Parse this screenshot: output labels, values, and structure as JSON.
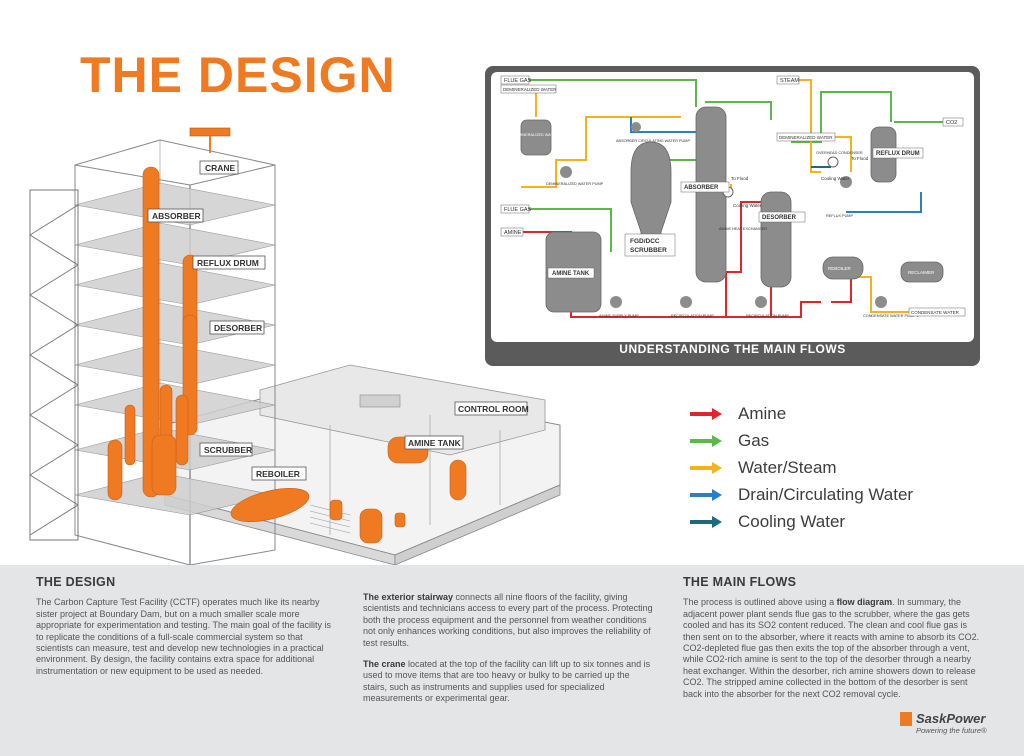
{
  "title": "THE DESIGN",
  "building": {
    "labels": {
      "crane": "CRANE",
      "absorber": "ABSORBER",
      "reflux_drum": "REFLUX DRUM",
      "desorber": "DESORBER",
      "scrubber": "SCRUBBER",
      "reboiler": "REBOILER",
      "amine_tank": "AMINE TANK",
      "control_room": "CONTROL ROOM"
    }
  },
  "flow_diagram": {
    "caption": "UNDERSTANDING THE MAIN FLOWS",
    "labels": {
      "flue_gas_top": "FLUE GAS",
      "demin_water": "DEMINERALIZED WATER",
      "demin_water_tank": "DEMINERALIZED WATER TANK",
      "demin_water_pump": "DEMINERALIZED WATER PUMP",
      "absorber_circ_pump": "ABSORBER CIRCULATING WATER PUMP",
      "flue_gas": "FLUE GAS",
      "amine": "AMINE",
      "amine_tank": "AMINE TANK",
      "fgd_dcc_1": "FGD/DCC",
      "fgd_dcc_2": "SCRUBBER",
      "absorber": "ABSORBER",
      "to_flood": "To Flood",
      "cooling_water": "Cooling Water",
      "amine_heat_ex": "AMINE HEAT EXCHANGER",
      "desorber": "DESORBER",
      "steam": "STEAM",
      "demin_water_right": "DEMINERALIZED WATER",
      "overhead_condenser": "OVERHEAD CONDENSER",
      "to_flood_right": "To Flood",
      "cooling_water_right": "Cooling Water",
      "reflux_drum": "REFLUX DRUM",
      "co2": "CO2",
      "reflux_pump": "REFLUX PUMP",
      "reboiler": "REBOILER",
      "reclaimer": "RECLAIMER",
      "amine_supply_pump": "AMINE SUPPLY PUMP",
      "recirc_pump_1": "RECIRCULATION PUMP",
      "recirc_pump_2": "RECIRCULATION PUMP",
      "condensate_pump": "CONDENSATE WATER PUMP 1",
      "condensate_water": "CONDENSATE WATER"
    }
  },
  "legend": [
    {
      "label": "Amine",
      "color": "#e0262b"
    },
    {
      "label": "Gas",
      "color": "#5cb848"
    },
    {
      "label": "Water/Steam",
      "color": "#f5b21b"
    },
    {
      "label": "Drain/Circulating Water",
      "color": "#2a7fc6"
    },
    {
      "label": "Cooling Water",
      "color": "#1c6a7c"
    }
  ],
  "sections": {
    "design": {
      "heading": "THE DESIGN",
      "p1": "The Carbon Capture Test Facility (CCTF) operates much like its nearby sister project at Boundary Dam, but on a much smaller scale more appropriate for experimentation and testing. The main goal of the facility is to replicate the conditions of a full-scale commercial system so that scientists can measure, test and develop new technologies in a practical environment. By design, the facility contains extra space for additional instrumentation or new equipment to be used as needed."
    },
    "middle": {
      "p1_bold": "The exterior stairway",
      "p1": " connects all nine floors of the facility, giving scientists and technicians access to every part of the process.  Protecting both the process equipment and the personnel from weather conditions not only enhances working conditions, but also improves the reliability of test results.",
      "p2_bold": "The crane",
      "p2": " located at the top of the facility can lift up to six tonnes and is used to move items that are too heavy or bulky to be carried up the stairs, such as instruments and supplies used for specialized measurements or experimental gear."
    },
    "flows": {
      "heading": "THE MAIN FLOWS",
      "p1_a": "The process is outlined above using a ",
      "p1_bold": "flow diagram",
      "p1_b": ". In summary, the adjacent power plant sends flue gas to the scrubber, where the gas gets cooled and has its SO2 content reduced. The clean and cool flue gas is then sent on to the absorber, where it reacts with amine to absorb its CO2. CO2-depleted flue gas then exits the top of the absorber through a vent, while CO2-rich amine is sent to the top of the desorber through a nearby heat exchanger. Within the desorber, rich amine showers down to release CO2. The stripped amine collected in the bottom of the desorber is sent back into the absorber for the next CO2 removal cycle."
    }
  },
  "brand": {
    "name": "SaskPower",
    "tagline": "Powering the future®"
  }
}
